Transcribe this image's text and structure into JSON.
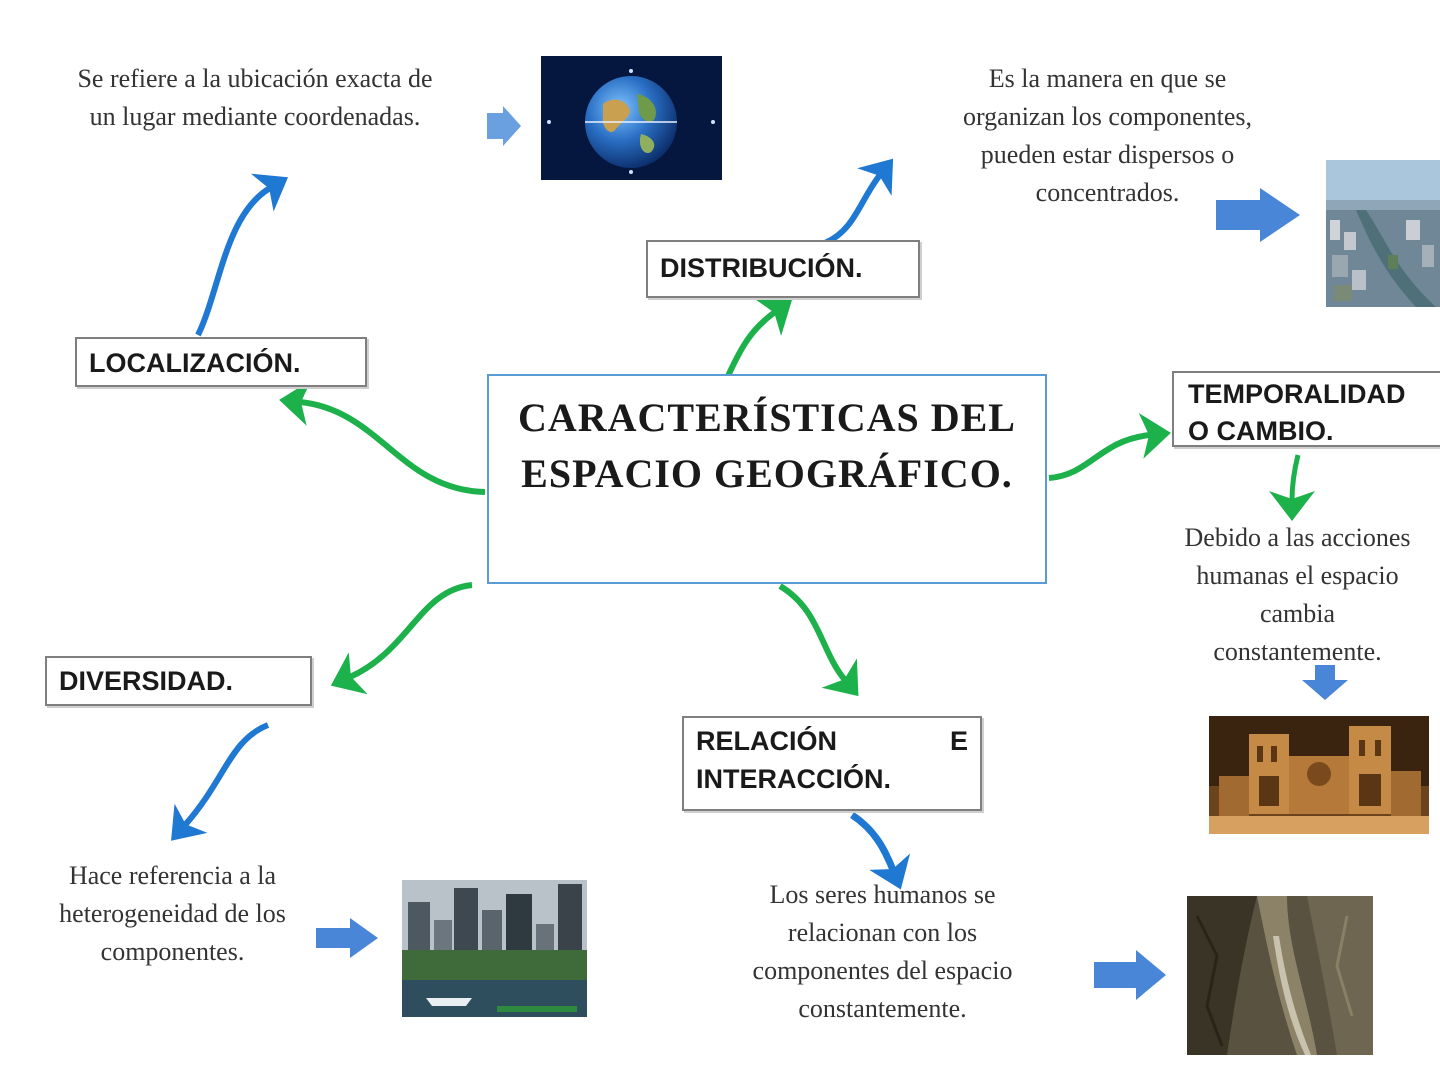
{
  "central": {
    "line1": "CARACTERÍSTICAS DEL",
    "line2": "ESPACIO GEOGRÁFICO."
  },
  "nodes": {
    "localizacion": {
      "label": "LOCALIZACIÓN.",
      "desc": [
        "Se refiere a la ubicación exacta de",
        "un lugar mediante coordenadas."
      ]
    },
    "distribucion": {
      "label": "DISTRIBUCIÓN.",
      "desc": [
        "Es la manera en que se",
        "organizan los componentes,",
        "pueden estar dispersos o",
        "concentrados."
      ]
    },
    "temporalidad": {
      "label_line1": "TEMPORALIDAD",
      "label_line2": "O CAMBIO.",
      "desc": [
        "Debido a las acciones",
        "humanas el espacio",
        "cambia",
        "constantemente."
      ]
    },
    "diversidad": {
      "label": "DIVERSIDAD.",
      "desc": [
        "Hace referencia a la",
        "heterogeneidad de los",
        "componentes."
      ]
    },
    "relacion": {
      "label_word1": "RELACIÓN",
      "label_word2": "E",
      "label_line2": "INTERACCIÓN.",
      "desc": [
        "Los seres humanos se",
        "relacionan con los",
        "componentes del espacio",
        "constantemente."
      ]
    }
  },
  "images": [
    "globe-image",
    "city-river-image",
    "cathedral-image",
    "skyline-image",
    "canyon-image"
  ],
  "colors": {
    "green_arrow": "#1db14b",
    "blue_arrow": "#1f78d1",
    "blue_block_arrow": "#4a86d8",
    "central_border": "#5b9bd5"
  }
}
